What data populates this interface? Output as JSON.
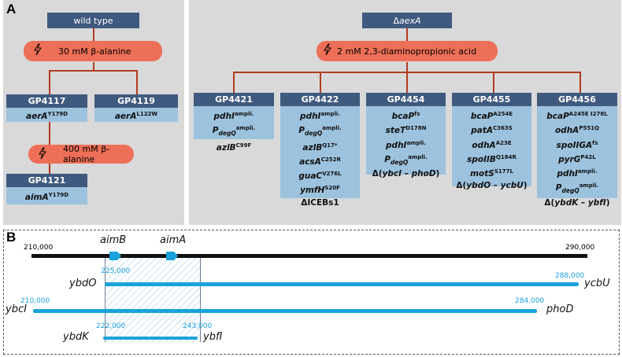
{
  "panel_a": {
    "letter": "A",
    "left": {
      "root": "wild type",
      "treat1": "30 mM β-alanine",
      "gp4117": {
        "title": "GP4117",
        "lines": [
          [
            "aerA",
            "Y179D"
          ]
        ]
      },
      "gp4119": {
        "title": "GP4119",
        "lines": [
          [
            "aerA",
            "L122W"
          ]
        ]
      },
      "treat2": "400 mM β-alanine",
      "gp4121": {
        "title": "GP4121",
        "lines": [
          [
            "aimA",
            "Y179D"
          ]
        ]
      }
    },
    "right": {
      "root": "ΔaexA",
      "root_delta": "Δ",
      "root_gene": "aexA",
      "treat": "2 mM 2,3-diaminopropionic acid",
      "strains": [
        {
          "title": "GP4421",
          "lines": [
            {
              "g": "pdhI",
              "s": "ampli."
            },
            {
              "g": "P",
              "sub": "degQ",
              "s": "ampli."
            },
            {
              "g": "azlB",
              "s": "C99F"
            }
          ]
        },
        {
          "title": "GP4422",
          "lines": [
            {
              "g": "pdhI",
              "s": "ampli."
            },
            {
              "g": "P",
              "sub": "degQ",
              "s": "ampli."
            },
            {
              "g": "azlB",
              "s": "Q17*"
            },
            {
              "g": "acsA",
              "s": "C252R"
            },
            {
              "g": "guaC",
              "s": "V276L"
            },
            {
              "g": "ymfH",
              "s": "S20F"
            },
            {
              "plain": "ΔICEBs1"
            }
          ]
        },
        {
          "title": "GP4454",
          "lines": [
            {
              "g": "bcaP",
              "s": "fs"
            },
            {
              "g": "steT",
              "s": "D178N"
            },
            {
              "g": "pdhI",
              "s": "ampli."
            },
            {
              "g": "P",
              "sub": "degQ",
              "s": "ampli."
            },
            {
              "plain": "Δ(",
              "g2": "ybcI – phoD",
              "end": ")"
            }
          ]
        },
        {
          "title": "GP4455",
          "lines": [
            {
              "g": "bcaP",
              "s": "A254E"
            },
            {
              "g": "patA",
              "s": "C363S"
            },
            {
              "g": "odhA",
              "s": "A23E"
            },
            {
              "g": "spoIIB",
              "s": "Q184R"
            },
            {
              "g": "motS",
              "s": "S177L"
            },
            {
              "plain": "Δ(",
              "g2": "ybdO – ycbU",
              "end": ")"
            }
          ]
        },
        {
          "title": "GP4456",
          "lines": [
            {
              "g": "bcaP",
              "s": "A245E I278L"
            },
            {
              "g": "odhA",
              "s": "P551Q"
            },
            {
              "g": "spoIIGA",
              "s": "fs"
            },
            {
              "g": "pyrG",
              "s": "P42L"
            },
            {
              "g": "pdhI",
              "s": "ampli."
            },
            {
              "g": "P",
              "sub": "degQ",
              "s": "ampli."
            },
            {
              "plain": "Δ(",
              "g2": "ybdK – ybfI",
              "end": ")"
            }
          ]
        }
      ]
    }
  },
  "panel_b": {
    "letter": "B",
    "genome": {
      "start": "210,000",
      "end": "290,000",
      "genes": [
        "aimB",
        "aimA"
      ]
    },
    "deletions": [
      {
        "left_label": "ybdO",
        "right_label": "ycbU",
        "start": "225,000",
        "end": "288,000"
      },
      {
        "left_label": "ybcI",
        "right_label": "phoD",
        "start": "210,000",
        "end": "284,000"
      },
      {
        "left_label": "ybdK",
        "right_label": "ybfI",
        "start": "222,000",
        "end": "243,000"
      }
    ]
  },
  "colors": {
    "header": "#3f5a7e",
    "pill": "#ee6f57",
    "box": "#9cc2de",
    "connector": "#b23a1e",
    "deletion": "#1aa2dc"
  }
}
